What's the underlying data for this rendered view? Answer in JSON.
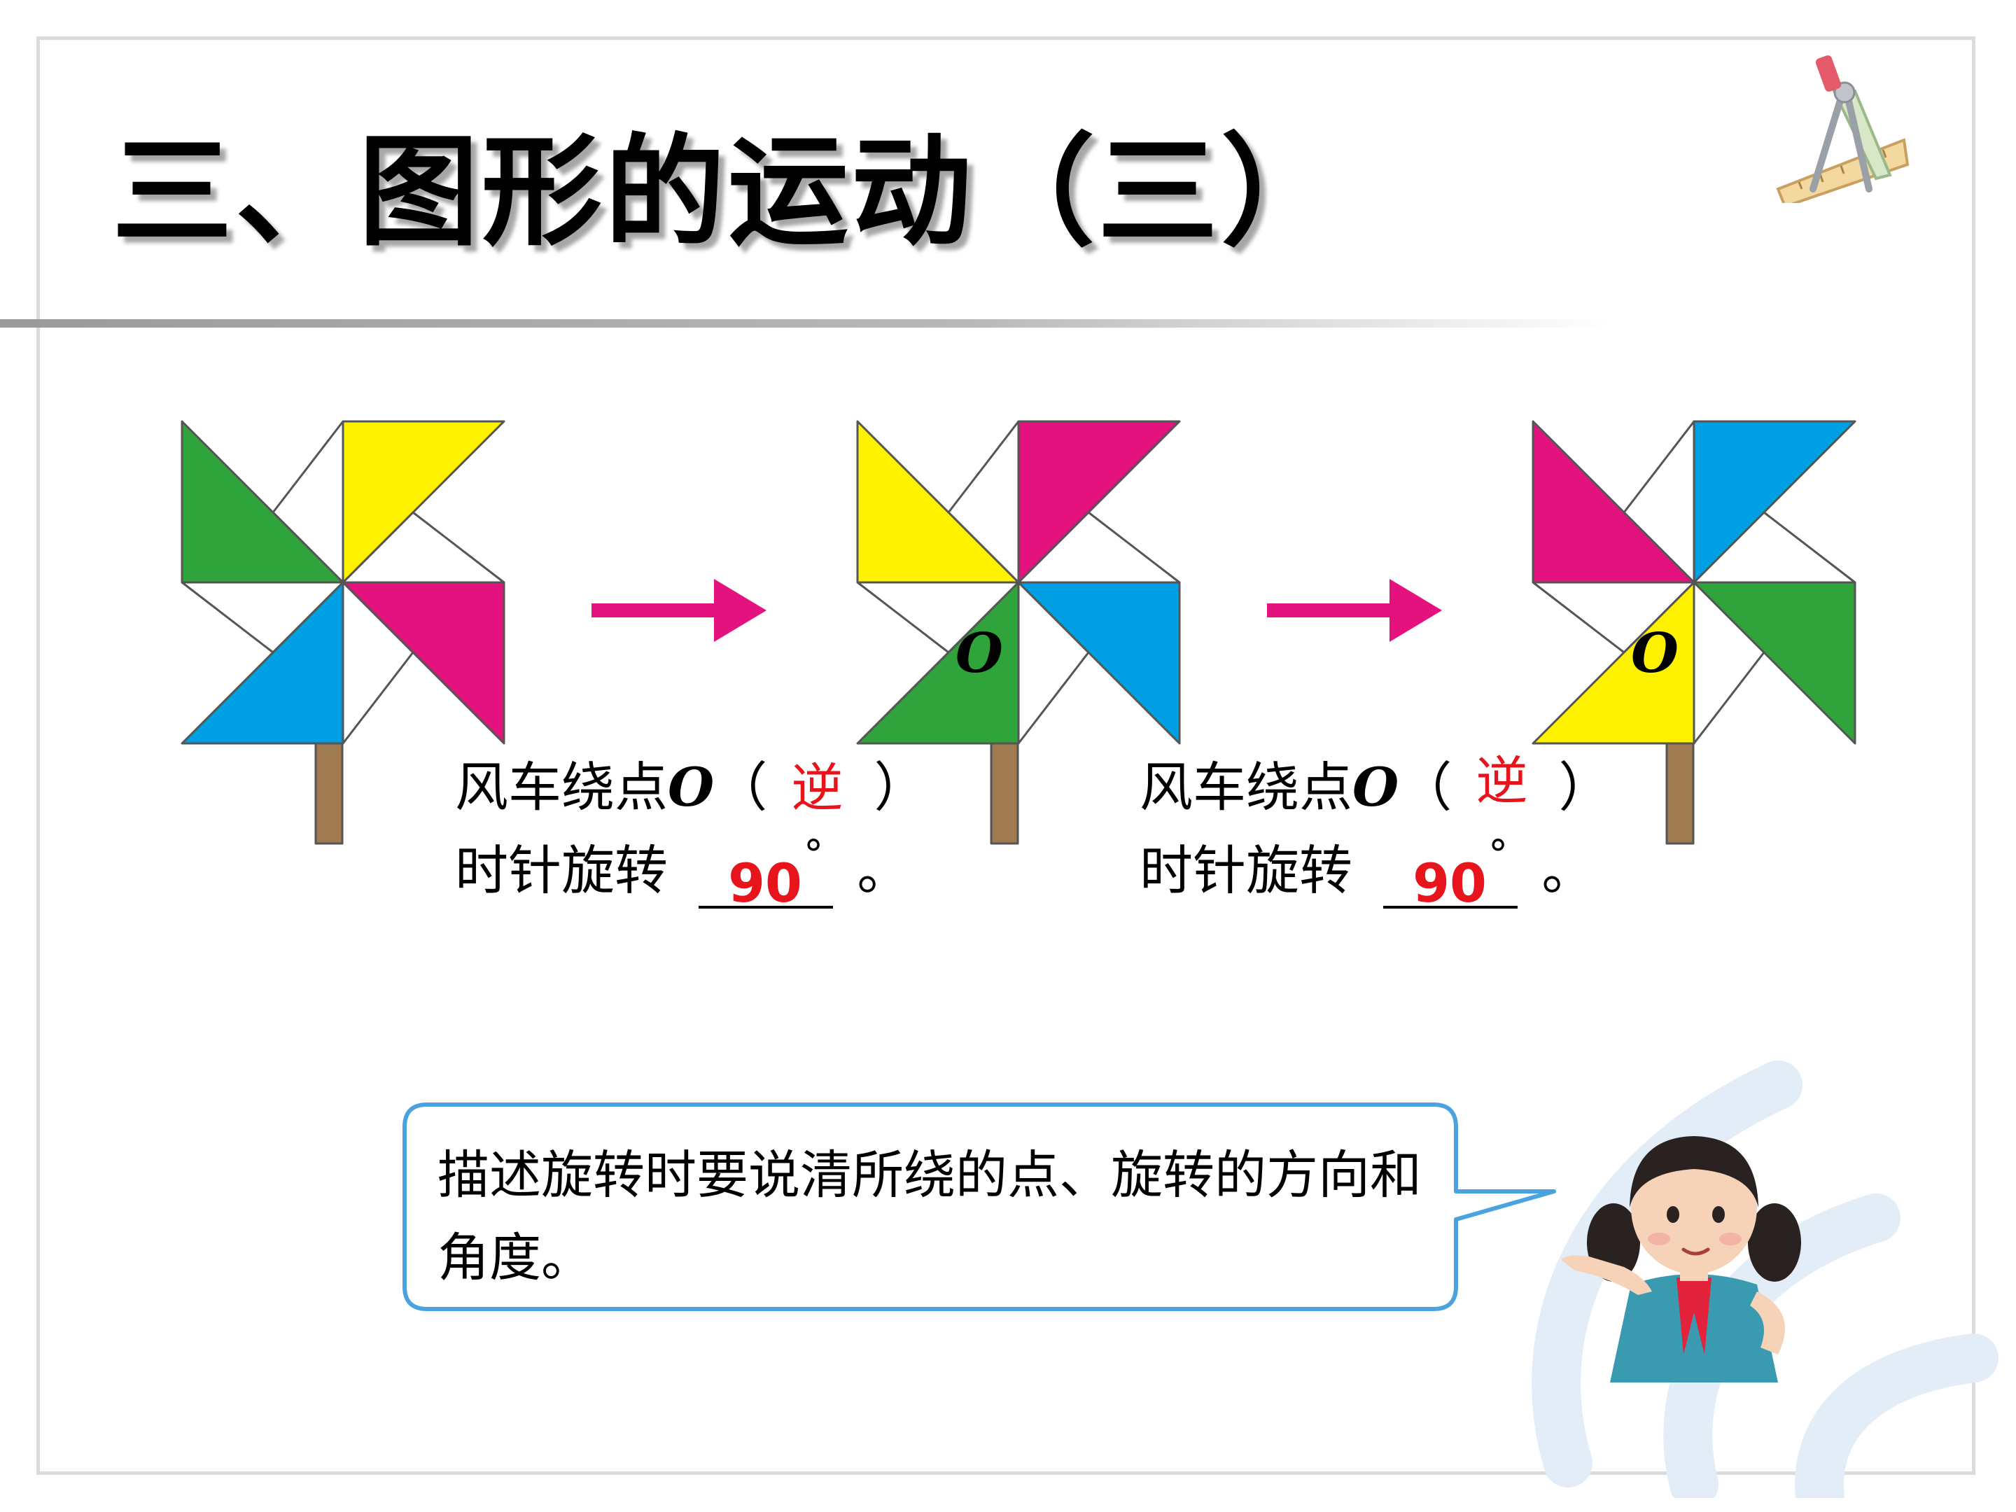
{
  "title": "三、图形的运动（三）",
  "pinwheel_labels": {
    "center_point": "O"
  },
  "colors": {
    "green": "#2ea43a",
    "yellow": "#fff200",
    "magenta": "#e4127f",
    "blue": "#009fe3",
    "arrow": "#e4127f",
    "stick": "#a07a50",
    "answer_red": "#e8141b",
    "bubble_border": "#4aa3df"
  },
  "captions": [
    {
      "prefix": "风车绕点",
      "point": "O",
      "paren_open": "（",
      "direction_answer": "逆",
      "paren_close": "）",
      "line2_prefix": "时针旋转",
      "angle_answer": "90",
      "degree_mark": "°",
      "period": "。"
    },
    {
      "prefix": "风车绕点",
      "point": "O",
      "paren_open": "（",
      "direction_answer": "逆",
      "paren_close": "）",
      "line2_prefix": "时针旋转",
      "angle_answer": "90",
      "degree_mark": "°",
      "period": "。"
    }
  ],
  "speech_bubble": {
    "text": "描述旋转时要说清所绕的点、旋转的方向和角度。"
  },
  "icons": {
    "tools": "ruler-compass-icon",
    "girl": "girl-character",
    "watermark": "watermark-logo"
  }
}
